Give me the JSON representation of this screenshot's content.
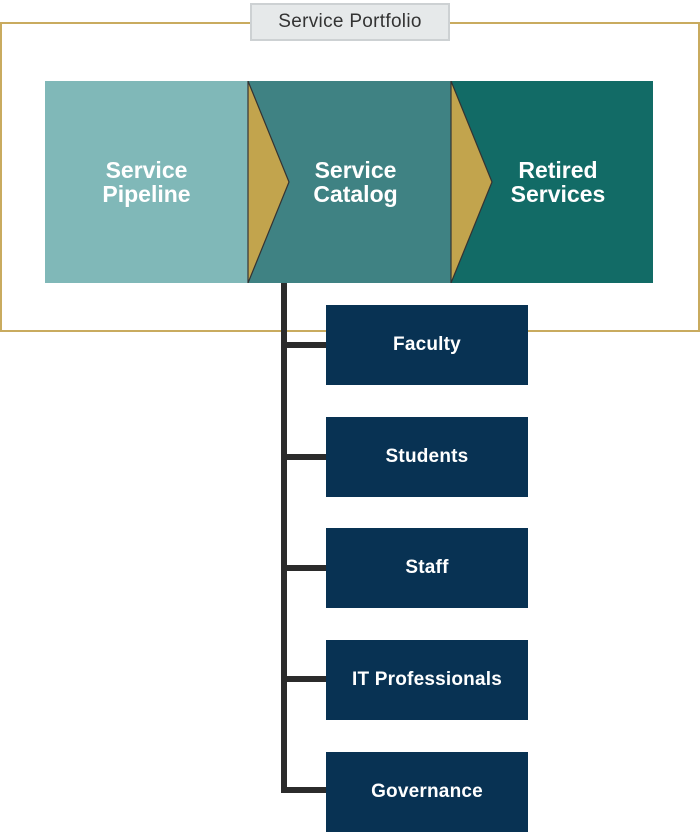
{
  "portfolio": {
    "label": "Service Portfolio",
    "frame_color": "#c9ab5f"
  },
  "lifecycle": {
    "stages": [
      {
        "label": "Service\nPipeline",
        "color": "#80b8b8"
      },
      {
        "label": "Service\nCatalog",
        "color": "#3f8283"
      },
      {
        "label": "Retired\nServices",
        "color": "#126b66"
      }
    ],
    "arrow_color": "#c2a44d"
  },
  "catalog_audiences": {
    "connector_color": "#2b2b2b",
    "box_color": "#083253",
    "items": [
      {
        "label": "Faculty"
      },
      {
        "label": "Students"
      },
      {
        "label": "Staff"
      },
      {
        "label": "IT Professionals"
      },
      {
        "label": "Governance"
      }
    ]
  }
}
